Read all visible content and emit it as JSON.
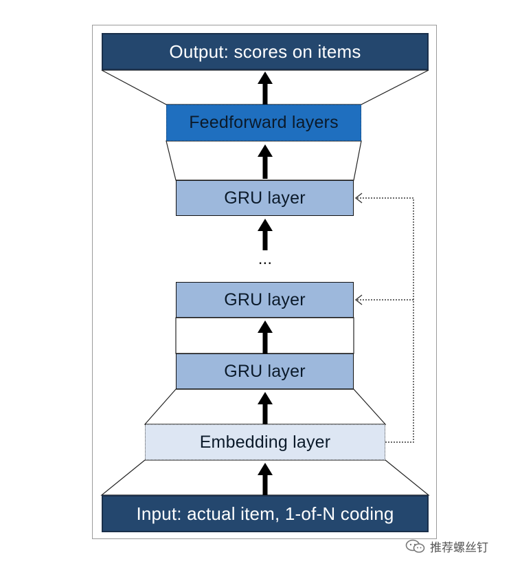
{
  "diagram": {
    "output_label": "Output: scores on items",
    "feedforward_label": "Feedforward layers",
    "gru_top_label": "GRU layer",
    "ellipsis": "...",
    "gru_mid_label": "GRU layer",
    "gru_bottom_label": "GRU layer",
    "embedding_label": "Embedding layer",
    "input_label": "Input: actual item, 1-of-N coding"
  },
  "watermark": {
    "text": "推荐螺丝钉",
    "icon": "wechat-icon"
  },
  "colors": {
    "io_fill": "#24476e",
    "feedforward_fill": "#1f6fbf",
    "gru_fill": "#9db8dc",
    "embedding_fill": "#dde6f3"
  }
}
